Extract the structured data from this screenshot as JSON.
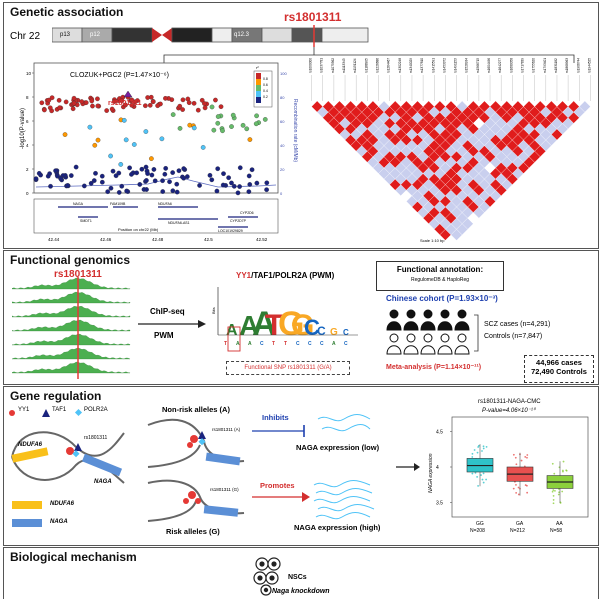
{
  "sections": {
    "genetic": {
      "title": "Genetic association",
      "chr_label": "Chr 22",
      "bands": [
        "p13",
        "p12",
        "q12.3"
      ],
      "snp_label": "rs1801311",
      "plot_title": "CLOZUK+PGC2 (P=1.47×10⁻⁶)",
      "snp_label_plot": "rs1801311",
      "ylabel": "-log10(P-value)",
      "y2label": "Recombination rate (cM/Mb)",
      "xlabel": "Position on chr22 (Mb)",
      "x_ticks": [
        "42.44",
        "42.46",
        "42.48",
        "42.5",
        "42.52"
      ],
      "y_ticks": [
        "0",
        "2",
        "4",
        "6",
        "8",
        "10"
      ],
      "y2_ticks": [
        "0",
        "20",
        "40",
        "60",
        "80",
        "100"
      ],
      "r2_legend_title": "r²",
      "r2_levels": [
        "0.8",
        "0.6",
        "0.4",
        "0.2"
      ],
      "genes": [
        "NAGA",
        "FAM109B",
        "NDUFA6",
        "SMDT1",
        "NDUFA6-AS1",
        "CYP2D7P",
        "CYP2D6",
        "LOC101929829"
      ],
      "ld_scale": "Scale 1:10 bp",
      "colors": {
        "red": "#e01c1c",
        "lightblue": "#c9cfee",
        "green": "#79c24a",
        "navy": "#1a237e"
      }
    },
    "functional": {
      "title": "Functional genomics",
      "snp_label": "rs1801311",
      "chipseq": "ChIP-seq",
      "pwm": "PWM",
      "motif_title_prefix": "YY1",
      "motif_title_suffix": "/TAF1/POLR2A (PWM)",
      "motif_letters": [
        "A",
        "A",
        "A",
        "T",
        "G",
        "G",
        "C",
        "C",
        "G",
        "C"
      ],
      "motif_seq": [
        "T",
        "A",
        "A",
        "C",
        "T",
        "T",
        "C",
        "C",
        "C",
        "A",
        "C"
      ],
      "functional_snp": "Functional SNP rs1801311 (G/A)",
      "annotation_title": "Functional annotation:",
      "annotation_sub": "RegulomeDB & HaploReg",
      "cohort": "Chinese cohort (P=1.93×10⁻³)",
      "cases": "SCZ cases (n=4,291)",
      "controls": "Controls (n=7,847)",
      "meta": "Meta-analysis (P=1.14×10⁻¹¹)",
      "meta_cases": "44,966 cases",
      "meta_controls": "72,490 Controls"
    },
    "gene_regulation": {
      "title": "Gene regulation",
      "legend": [
        "YY1",
        "TAF1",
        "POLR2A"
      ],
      "gene_labels": [
        "NDUFA6",
        "rs1801311",
        "NAGA"
      ],
      "legend_bottom": [
        "NDUFA6",
        "NAGA"
      ],
      "nonrisk": "Non-risk alleles (A)",
      "risk": "Risk alleles (G)",
      "inhibits": "Inhibits",
      "promotes": "Promotes",
      "loop_snp_a": "rs1801311 (A)",
      "loop_snp_g": "rs1801311 (G)",
      "expr_low": "NAGA expression (low)",
      "expr_high": "NAGA expression (high)",
      "box_title": "rs1801311-NAGA-CMC",
      "box_pval": "P-value=4.06×10⁻¹⁰",
      "box_ylabel": "NAGA expression",
      "box_yticks": [
        "3.5",
        "4",
        "4.5"
      ],
      "groups": [
        {
          "genotype": "GG",
          "n": "N=208",
          "color": "#2fc3c9",
          "median": 4.02,
          "q1": 3.93,
          "q3": 4.12
        },
        {
          "genotype": "GA",
          "n": "N=212",
          "color": "#e8504f",
          "median": 3.9,
          "q1": 3.8,
          "q3": 4.0
        },
        {
          "genotype": "AA",
          "n": "N=58",
          "color": "#8cd03c",
          "median": 3.79,
          "q1": 3.7,
          "q3": 3.88
        }
      ]
    },
    "mechanism": {
      "title": "Biological mechanism",
      "nscs": "NSCs",
      "knockdown": "Naga knockdown"
    }
  }
}
